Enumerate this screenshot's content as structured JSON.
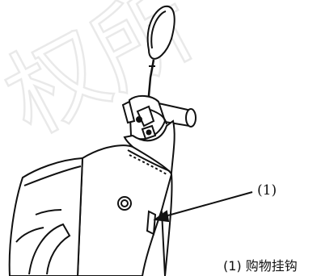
{
  "callout": {
    "number": "(1)"
  },
  "caption": {
    "text": "(1) 购物挂钩"
  },
  "watermark": {
    "text": "权所"
  }
}
